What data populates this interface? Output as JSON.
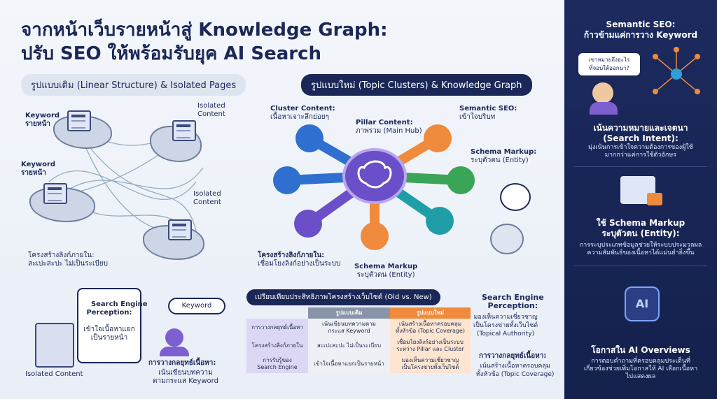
{
  "title": {
    "line1": "จากหน้าเว็บรายหน้าสู่ Knowledge Graph:",
    "line2": "ปรับ SEO ให้พร้อมรับยุค AI Search"
  },
  "old_section": {
    "header": "รูปแบบเดิม (Linear Structure) & Isolated Pages",
    "kw1": "Keyword\nรายหน้า",
    "kw2": "Keyword\nรายหน้า",
    "iso1": "Isolated\nContent",
    "iso2": "Isolated\nContent",
    "structure": "โครงสร้างลิงก์ภายใน:\nสะเปะสะปะ ไม่เป็นระเบียบ",
    "perception_title": "Search Engine\nPerception:",
    "perception_text": "เข้าใจเนื้อหาแยก\nเป็นรายหน้า",
    "bubble": "Keyword",
    "isolated_doc": "Isolated Content",
    "strategy": "การวางกลยุทธ์เนื้อหา:",
    "strategy_text": "เน้นเขียนบทความ\nตามกระแส Keyword"
  },
  "new_section": {
    "header": "รูปแบบใหม่ (Topic Clusters) & Knowledge Graph",
    "cluster": "Cluster Content:",
    "cluster_sub": "เนื้อหาเจาะลึกย่อยๆ",
    "pillar": "Pillar Content:",
    "pillar_sub": "ภาพรวม (Main Hub)",
    "semantic": "Semantic SEO:",
    "semantic_sub": "เข้าใจบริบท",
    "schema": "Schema Markup:",
    "schema_sub": "ระบุตัวตน (Entity)",
    "schema2": "Schema Markup",
    "schema2_sub": "ระบุตัวตน (Entity)",
    "structure": "โครงสร้างลิงก์ภายใน:",
    "structure_sub": "เชื่อมโยงลิงก์อย่างเป็นระบบ",
    "perception_title": "Search Engine\nPerception:",
    "perception_text": "มองเห็นความเชี่ยวชาญ\nเป็นโครงข่ายทั้งเว็บไซต์\n(Topical Authority)",
    "strategy": "การวางกลยุทธ์เนื้อหา:",
    "strategy_text": "เน้นสร้างเนื้อหาครอบคลุม\nทั้งหัวข้อ (Topic Coverage)"
  },
  "table": {
    "title": "เปรียบเทียบประสิทธิภาพโครงสร้างเว็บไซต์ (Old vs. New)",
    "col_old": "รูปแบบเดิม",
    "col_new": "รูปแบบใหม่",
    "rows": [
      {
        "label": "การวางกลยุทธ์เนื้อหา",
        "old": "เน้นเขียนบทความตาม\nกระแส Keyword",
        "new": "เน้นสร้างเนื้อหาครอบคลุม\nทั้งหัวข้อ (Topic Coverage)"
      },
      {
        "label": "โครงสร้างลิงก์ภายใน",
        "old": "สะเปะสะปะ ไม่เป็นระเบียบ",
        "new": "เชื่อมโยงลิงก์อย่างเป็นระบบ\nระหว่าง Pillar และ Cluster"
      },
      {
        "label": "การรับรู้ของ\nSearch Engine",
        "old": "เข้าใจเนื้อหาแยกเป็นรายหน้า",
        "new": "มองเห็นความเชี่ยวชาญ\nเป็นโครงข่ายทั้งเว็บไซต์"
      }
    ]
  },
  "sidebar": {
    "h1": "Semantic SEO:\nก้าวข้ามแค่การวาง Keyword",
    "bubble": "เขาหมายถึงอะไร\nที่จอบใต้ออกนา?",
    "h2": "เน้นความหมายและเจตนา\n(Search Intent):",
    "s2": "มุ่งเน้นการเข้าใจความต้องการของผู้ใช้\nมากกว่าแค่การใช้ตัวอักษร",
    "h3": "ใช้ Schema Markup\nระบุตัวตน (Entity):",
    "s3": "การระบุประเภทข้อมูลช่วยให้ระบบประมวลผล\nความสัมพันธ์ของเนื้อหาได้แม่นยำยิ่งขึ้น",
    "ai": "AI",
    "h4": "โอกาสใน AI Overviews",
    "s4": "การตอบคำถามที่ครอบคลุมประเด็นที่\nเกี่ยวข้องช่วยเพิ่มโอกาสให้ AI เลือกเนื้อหา\nไปแสดงผล"
  },
  "colors": {
    "accent_orange": "#f08a3c",
    "hub_purple": "#6b4fc8",
    "navy": "#1b2757",
    "blue": "#2f6fd0",
    "green": "#3aa457",
    "teal": "#1f9ea8"
  }
}
